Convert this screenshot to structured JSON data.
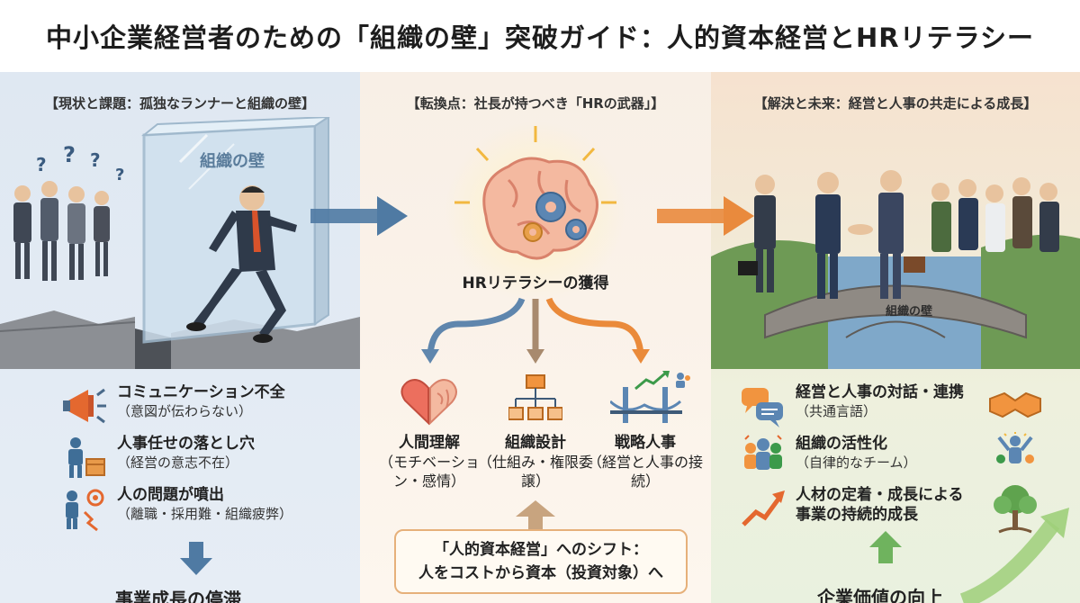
{
  "title": "中小企業経営者のための「組織の壁」突破ガイド：人的資本経営とHRリテラシー",
  "left": {
    "heading": "【現状と課題：孤独なランナーと組織の壁】",
    "wall_label": "組織の壁",
    "items": [
      {
        "title": "コミュニケーション不全",
        "sub": "（意図が伝わらない）",
        "icon": "megaphone-icon"
      },
      {
        "title": "人事任せの落とし穴",
        "sub": "（経営の意志不在）",
        "icon": "person-box-icon"
      },
      {
        "title": "人の問題が噴出",
        "sub": "（離職・採用難・組織疲弊）",
        "icon": "stressed-people-icon"
      }
    ],
    "conclusion": "事業成長の停滞"
  },
  "middle": {
    "heading": "【転換点：社長が持つべき「HRの武器」】",
    "caption": "HRリテラシーの獲得",
    "columns": [
      {
        "title": "人間理解",
        "sub": "（モチベーション・感情）",
        "icon": "heart-brain-icon"
      },
      {
        "title": "組織設計",
        "sub": "（仕組み・権限委譲）",
        "icon": "org-chart-icon"
      },
      {
        "title": "戦略人事",
        "sub": "（経営と人事の接続）",
        "icon": "bridge-growth-icon"
      }
    ],
    "shift_line1": "「人的資本経営」へのシフト：",
    "shift_line2": "人をコストから資本（投資対象）へ"
  },
  "right": {
    "heading": "【解決と未来：経営と人事の共走による成長】",
    "bridge_label": "組織の壁",
    "items": [
      {
        "title": "経営と人事の対話・連携",
        "sub": "（共通言語）",
        "icon": "chat-icon"
      },
      {
        "title": "組織の活性化",
        "sub": "（自律的なチーム）",
        "icon": "team-icon"
      },
      {
        "title": "人材の定着・成長による",
        "sub": "事業の持続的成長",
        "icon": "growth-arrow-icon"
      }
    ],
    "conclusion": "企業価値の向上"
  },
  "colors": {
    "left_bg": "#e3ebf4",
    "mid_bg": "#faf2e9",
    "right_bg": "#eef0dd",
    "blue_arrow": "#4f7aa3",
    "orange_arrow": "#e98a3d",
    "accent_orange": "#f0a040"
  }
}
